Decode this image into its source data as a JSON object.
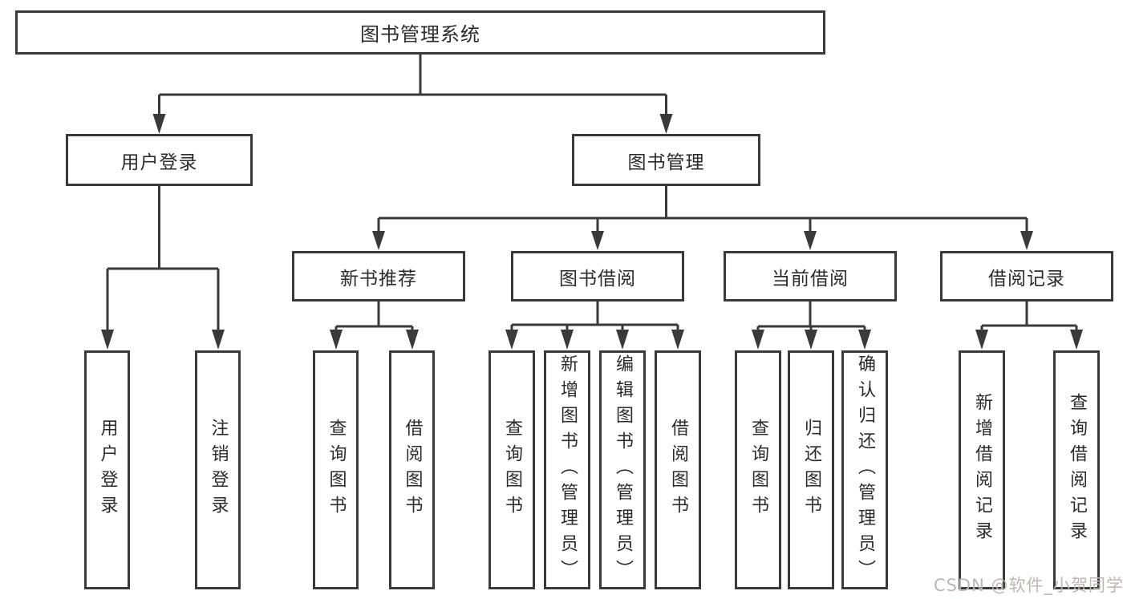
{
  "diagram_title": "图书管理系统",
  "tree": {
    "label": "图书管理系统",
    "children": [
      {
        "label": "用户登录",
        "children": [
          {
            "label": "用户登录"
          },
          {
            "label": "注销登录"
          }
        ]
      },
      {
        "label": "图书管理",
        "children": [
          {
            "label": "新书推荐",
            "children": [
              {
                "label": "查询图书"
              },
              {
                "label": "借阅图书"
              }
            ]
          },
          {
            "label": "图书借阅",
            "children": [
              {
                "label": "查询图书"
              },
              {
                "label": "新增图书（管理员）"
              },
              {
                "label": "编辑图书（管理员）"
              },
              {
                "label": "借阅图书"
              }
            ]
          },
          {
            "label": "当前借阅",
            "children": [
              {
                "label": "查询图书"
              },
              {
                "label": "归还图书"
              },
              {
                "label": "确认归还（管理员）"
              }
            ]
          },
          {
            "label": "借阅记录",
            "children": [
              {
                "label": "新增借阅记录"
              },
              {
                "label": "查询借阅记录"
              }
            ]
          }
        ]
      }
    ]
  },
  "watermark": "CSDN @软件_小贺同学",
  "colors": {
    "line": "#3a3a3a",
    "box_border": "#3a3a3a",
    "box_background": "#ffffff",
    "text": "#2b2b2b",
    "watermark": "#c0b4b4",
    "page_background": "#ffffff"
  }
}
